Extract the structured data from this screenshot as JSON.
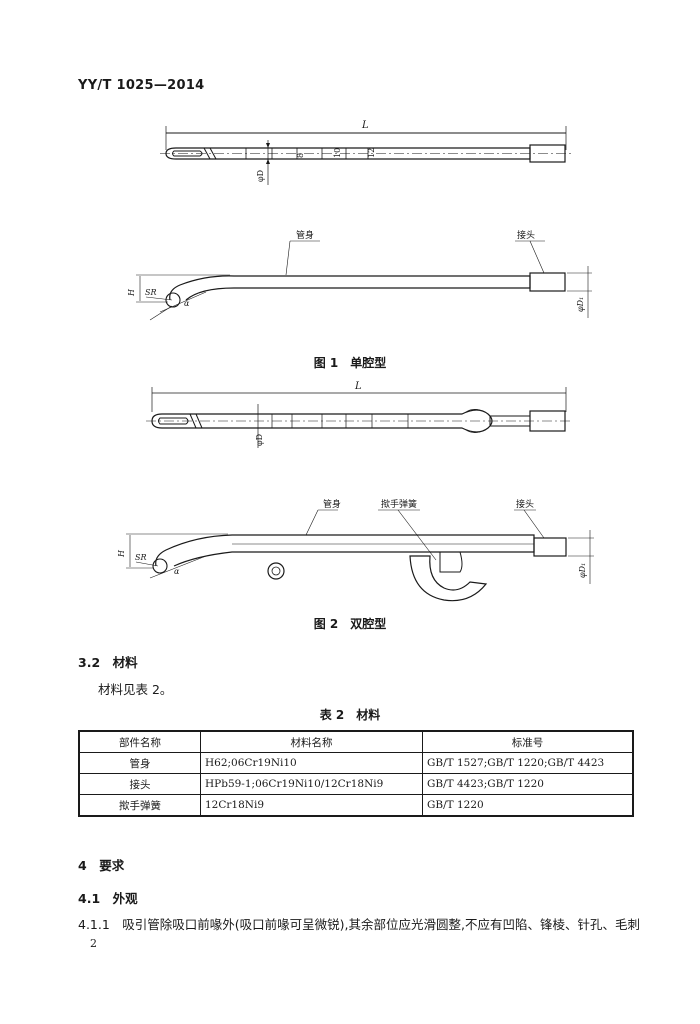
{
  "header": {
    "standard_number": "YY/T 1025—2014"
  },
  "figure1": {
    "top_view": {
      "length_label": "L",
      "diameter_label": "φD",
      "scale_marks": [
        "8",
        "10",
        "12"
      ]
    },
    "side_view": {
      "tube_label": "管身",
      "connector_label": "接头",
      "height_label": "H",
      "radius_label": "SR",
      "angle_label": "α",
      "end_diameter_label": "φD₁"
    },
    "caption": "图 1　单腔型"
  },
  "figure2": {
    "top_view": {
      "length_label": "L",
      "diameter_label": "φD"
    },
    "side_view": {
      "tube_label": "管身",
      "spring_label": "揿手弹簧",
      "connector_label": "接头",
      "height_label": "H",
      "radius_label": "SR",
      "angle_label": "α",
      "end_diameter_label": "φD₁"
    },
    "caption": "图 2　双腔型"
  },
  "section_3_2": {
    "heading": "3.2　材料",
    "text": "材料见表 2。"
  },
  "table2": {
    "caption": "表 2　材料",
    "headers": [
      "部件名称",
      "材料名称",
      "标准号"
    ],
    "rows": [
      [
        "管身",
        "H62;06Cr19Ni10",
        "GB/T 1527;GB/T 1220;GB/T 4423"
      ],
      [
        "接头",
        "HPb59-1;06Cr19Ni10/12Cr18Ni9",
        "GB/T 4423;GB/T 1220"
      ],
      [
        "揿手弹簧",
        "12Cr18Ni9",
        "GB/T 1220"
      ]
    ]
  },
  "section_4": {
    "heading": "4　要求"
  },
  "section_4_1": {
    "heading": "4.1　外观"
  },
  "section_4_1_1": {
    "text": "4.1.1　吸引管除吸口前喙外(吸口前喙可呈微锐),其余部位应光滑圆整,不应有凹陷、锋棱、针孔、毛刺"
  },
  "page_number": "2"
}
